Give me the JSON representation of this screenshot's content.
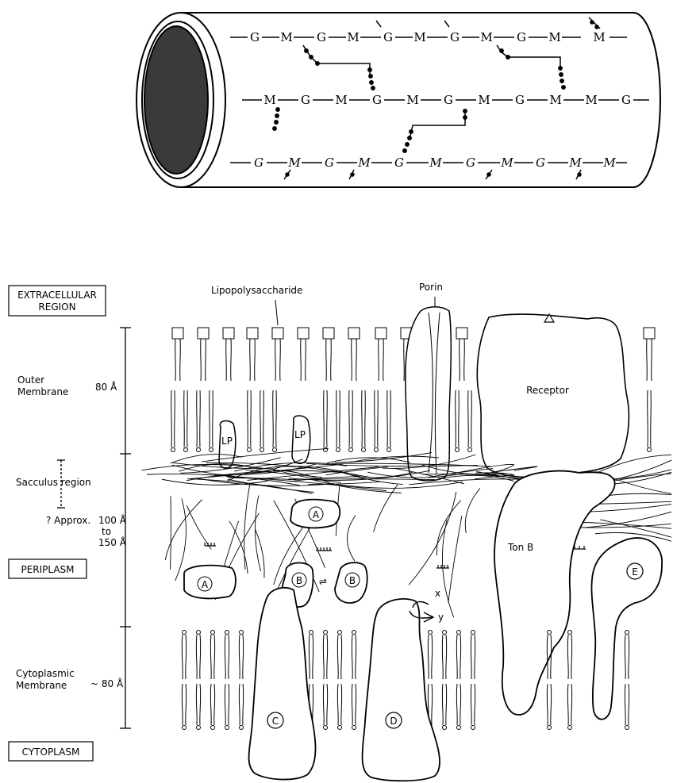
{
  "cylinder": {
    "row_top": [
      "G",
      "M",
      "G",
      "M",
      "G",
      "M",
      "G",
      "M"
    ],
    "row_mid": [
      "M",
      "G",
      "M",
      "G",
      "M",
      "G",
      "M",
      "G"
    ],
    "row_bot": [
      "G",
      "M",
      "G",
      "M",
      "G",
      "M",
      "G",
      "M"
    ]
  },
  "labels": {
    "extracellular_line1": "EXTRACELLULAR",
    "extracellular_line2": "REGION",
    "lipopolysaccharide": "Lipopolysaccharide",
    "porin": "Porin",
    "receptor": "Receptor",
    "outer_membrane_line1": "Outer",
    "outer_membrane_line2": "Membrane",
    "outer_thickness": "80 Å",
    "sacculus_region": "Sacculus region",
    "approx": "? Approx.",
    "periplasm_thickness_1": "100 Å",
    "periplasm_thickness_2": "to",
    "periplasm_thickness_3": "150 Å",
    "periplasm": "PERIPLASM",
    "cytoplasmic_line1": "Cytoplasmic",
    "cytoplasmic_line2": "Membrane",
    "cytoplasmic_thickness": "~ 80 Å",
    "cytoplasm": "CYTOPLASM",
    "lp": "LP",
    "ton_b": "Ton B",
    "protein_a": "A",
    "protein_b": "B",
    "protein_c": "C",
    "protein_d": "D",
    "protein_e": "E",
    "arrow_x": "x",
    "arrow_y": "y",
    "equilibrium": "⇌"
  }
}
